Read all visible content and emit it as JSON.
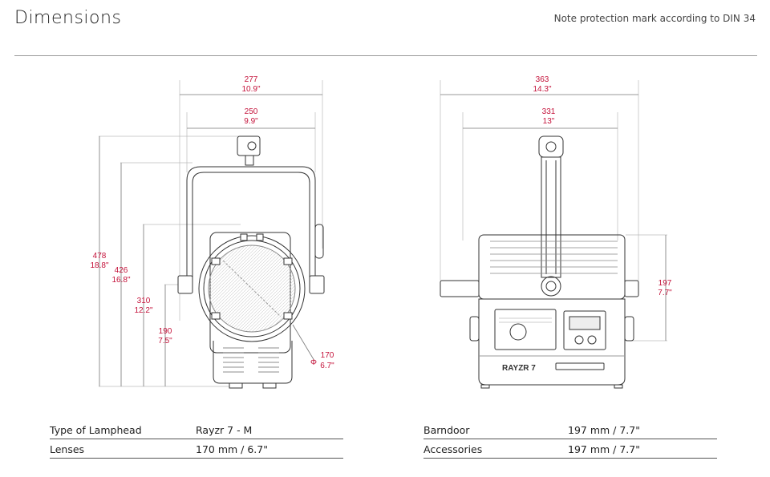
{
  "header": {
    "title": "Dimensions",
    "note": "Note protection mark according to DIN 34"
  },
  "front_view": {
    "width_total": {
      "mm": "277",
      "in": "10.9\""
    },
    "width_yoke": {
      "mm": "250",
      "in": "9.9\""
    },
    "height_total": {
      "mm": "478",
      "in": "18.8\""
    },
    "height_yoke": {
      "mm": "426",
      "in": "16.8\""
    },
    "height_center": {
      "mm": "310",
      "in": "12.2\""
    },
    "height_base": {
      "mm": "190",
      "in": "7.5\""
    },
    "lens_diameter": {
      "symbol": "Φ",
      "mm": "170",
      "in": "6.7\""
    }
  },
  "side_view": {
    "width_total": {
      "mm": "363",
      "in": "14.3\""
    },
    "width_body": {
      "mm": "331",
      "in": "13\""
    },
    "barndoor_height": {
      "mm": "197",
      "in": "7.7\""
    },
    "brand_label": "RAYZR 7"
  },
  "specs_left": [
    {
      "label": "Type of Lamphead",
      "value": "Rayzr 7 - M"
    },
    {
      "label": "Lenses",
      "value": "170 mm / 6.7\""
    }
  ],
  "specs_right": [
    {
      "label": "Barndoor",
      "value": "197 mm / 7.7\""
    },
    {
      "label": "Accessories",
      "value": "197 mm / 7.7\""
    }
  ],
  "colors": {
    "dimension": "#c4123a",
    "line": "#333333"
  }
}
